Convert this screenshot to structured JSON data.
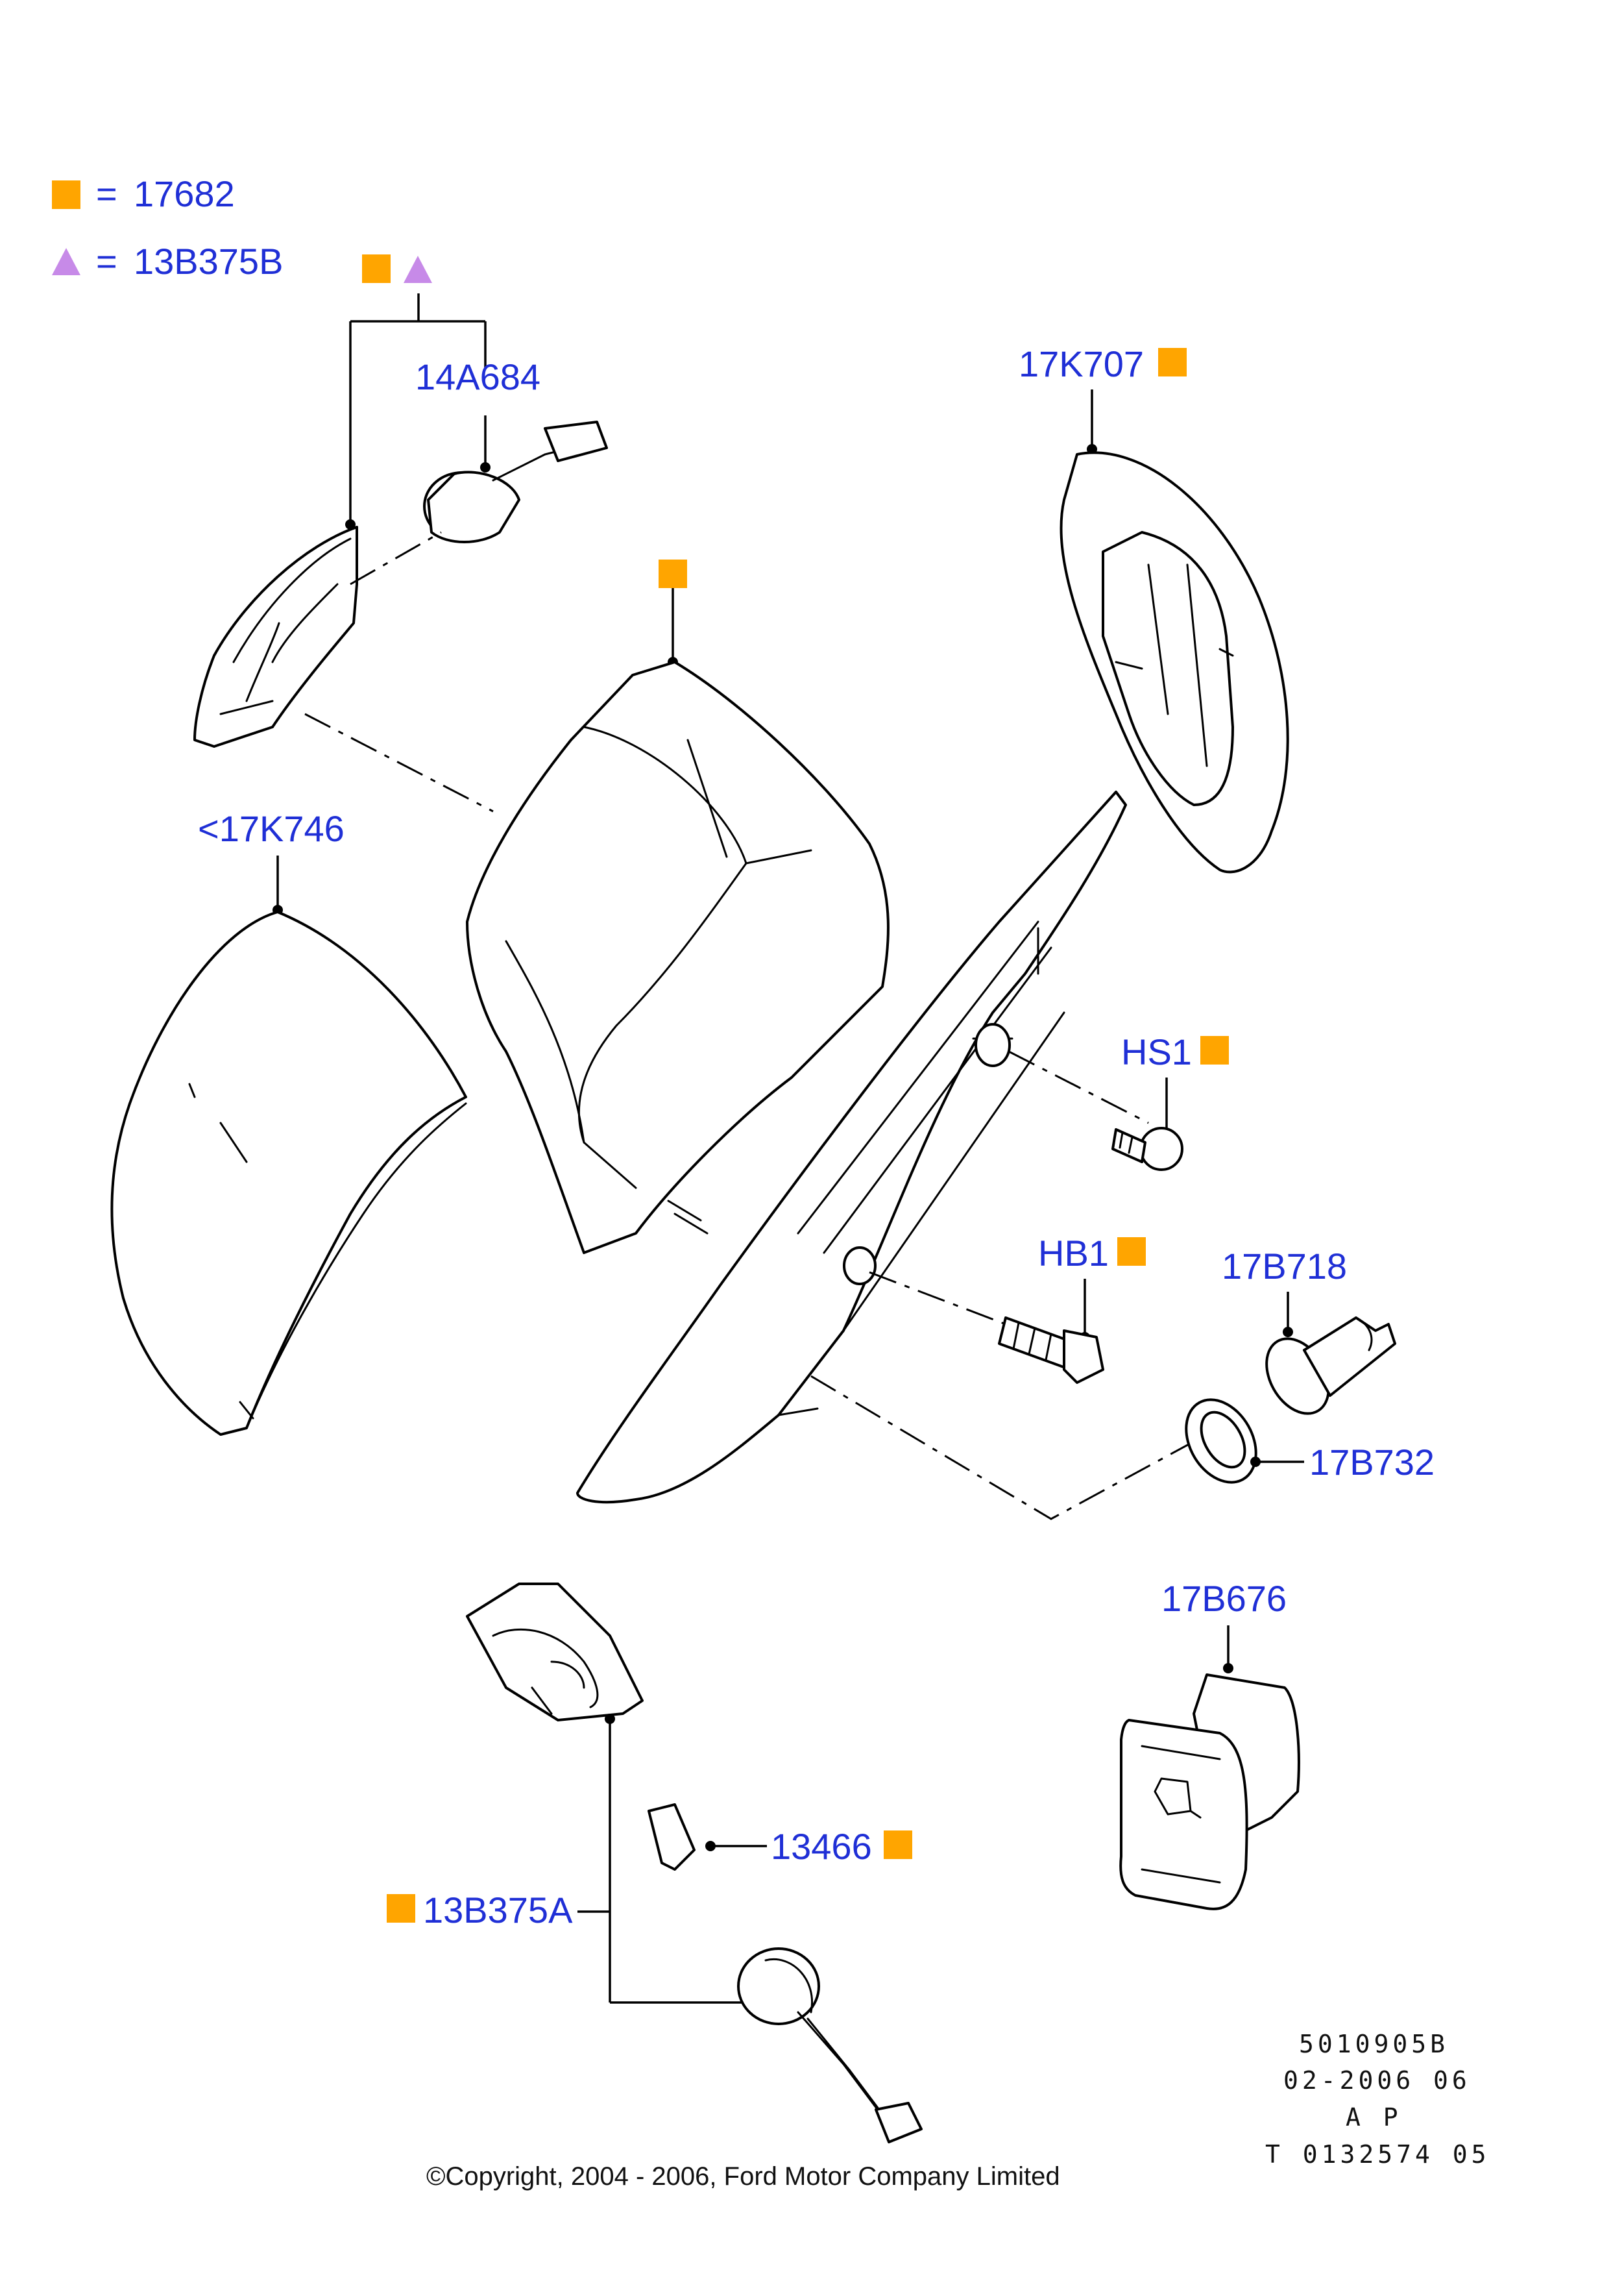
{
  "legend": [
    {
      "symbol": "orange-square",
      "eq": "=",
      "label": "17682"
    },
    {
      "symbol": "purple-triangle",
      "eq": "=",
      "label": "13B375B"
    }
  ],
  "colors": {
    "square": "#ffa500",
    "triangle": "#c78ae8",
    "label": "#1f2fd6"
  },
  "labels": {
    "p14A684": "14A684",
    "p17K707": "17K707",
    "p17K746": "<17K746",
    "pHS1": "HS1",
    "pHB1": "HB1",
    "p17B718": "17B718",
    "p17B732": "17B732",
    "p17B676": "17B676",
    "p13466": "13466",
    "p13B375A": "13B375A"
  },
  "code_block": [
    "5010905B",
    "02-2006 06",
    "A P",
    "T 0132574 05"
  ],
  "copyright": "©Copyright, 2004 - 2006, Ford Motor Company Limited"
}
